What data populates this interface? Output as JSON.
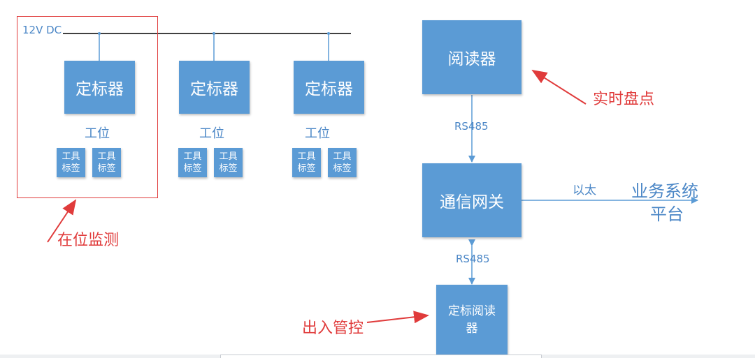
{
  "power": {
    "label": "12V DC"
  },
  "workstations": [
    {
      "title": "定标器",
      "station": "工位",
      "tags": [
        [
          "工具",
          "标签"
        ],
        [
          "工具",
          "标签"
        ]
      ]
    },
    {
      "title": "定标器",
      "station": "工位",
      "tags": [
        [
          "工具",
          "标签"
        ],
        [
          "工具",
          "标签"
        ]
      ]
    },
    {
      "title": "定标器",
      "station": "工位",
      "tags": [
        [
          "工具",
          "标签"
        ],
        [
          "工具",
          "标签"
        ]
      ]
    }
  ],
  "reader": {
    "title": "阅读器"
  },
  "gateway": {
    "title": "通信网关"
  },
  "calib_reader": {
    "line1": "定标阅读",
    "line2": "器"
  },
  "links": {
    "reader_gateway": "RS485",
    "gateway_calib": "RS485",
    "gateway_platform": "以太"
  },
  "platform": {
    "line1": "业务系统",
    "line2": "平台"
  },
  "annotations": {
    "presence": "在位监测",
    "inventory": "实时盘点",
    "access": "出入管控"
  },
  "colors": {
    "box": "#5b9bd5",
    "line": "#5b9bd5",
    "annotation": "#e03b3b",
    "bus": "#000000"
  }
}
